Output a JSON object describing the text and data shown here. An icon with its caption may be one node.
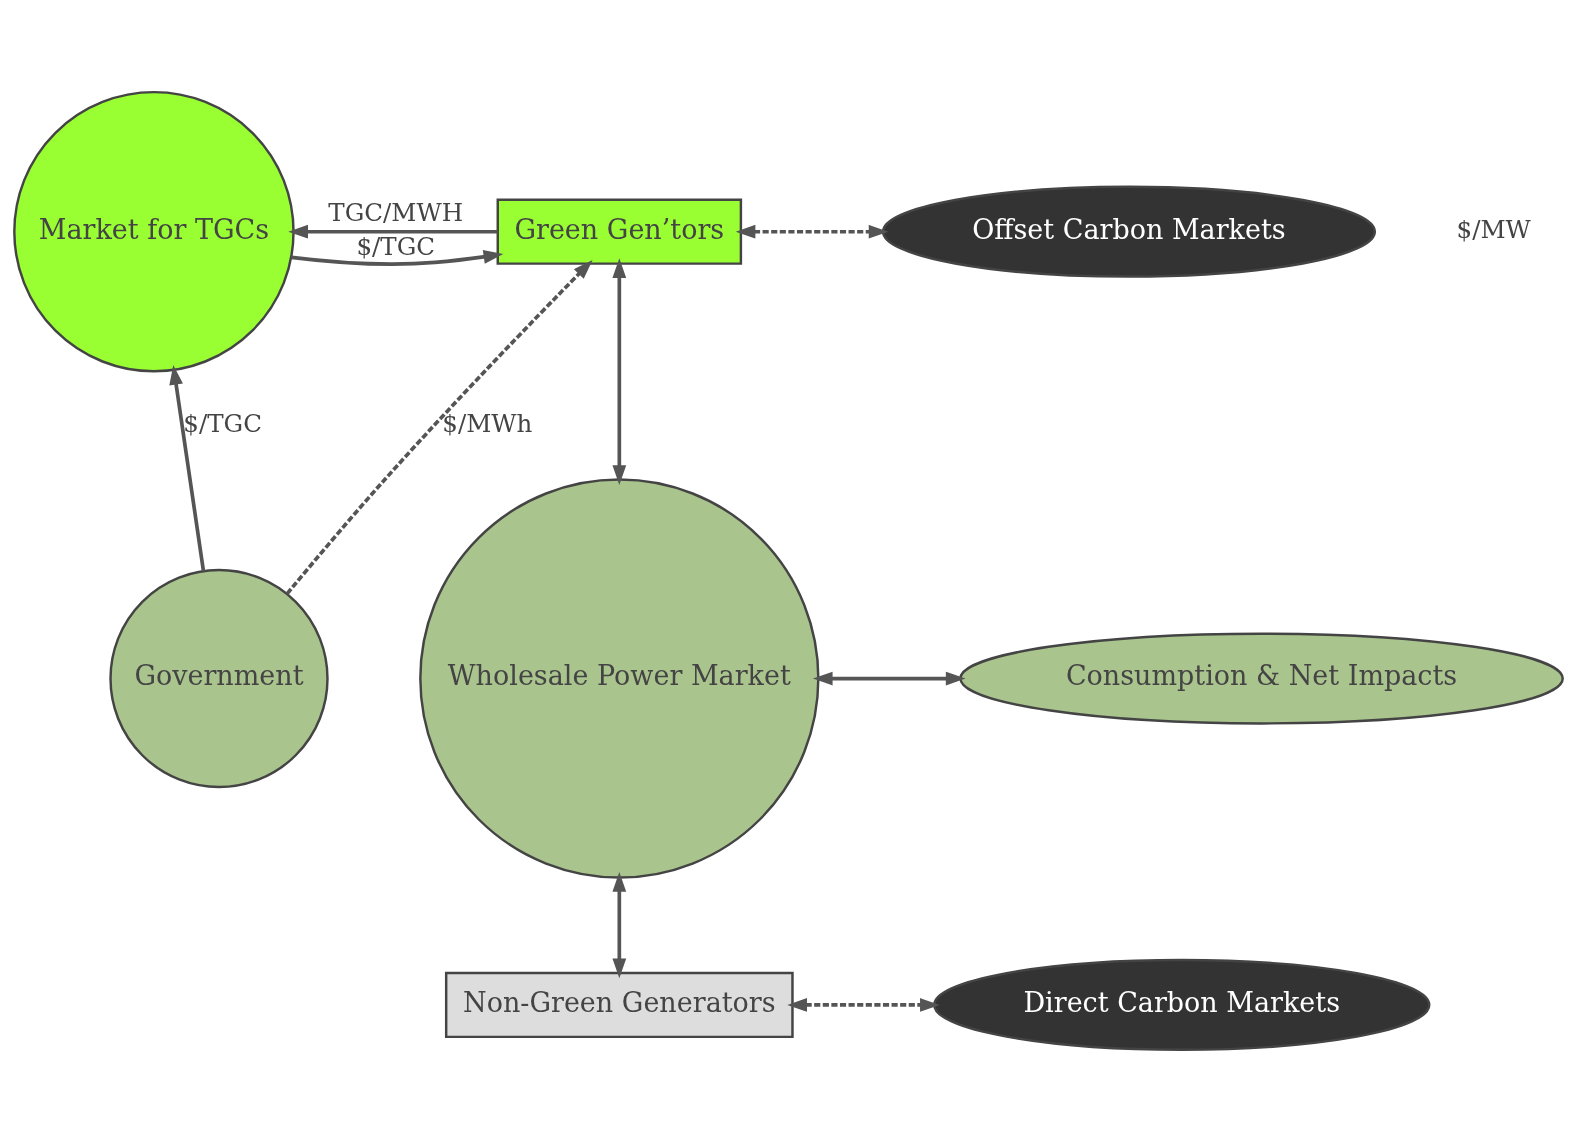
{
  "diagram": {
    "nodes": [
      {
        "text": [
          "Market for TGCs"
        ]
      },
      {
        "text": [
          "Green Gen’tors"
        ]
      },
      {
        "text": [
          "Offset Carbon Markets"
        ]
      },
      {
        "text": [
          "Government"
        ]
      },
      {
        "text": [
          "Wholesale Power Market"
        ]
      },
      {
        "text": [
          "Consumption & Net Impacts"
        ]
      },
      {
        "text": [
          "Non-Green Generators"
        ]
      },
      {
        "text": [
          "Direct Carbon Markets"
        ]
      }
    ],
    "edges": [
      {
        "from": 0,
        "to": 1,
        "arrow": "to",
        "label": "$/TGC"
      },
      {
        "from": 1,
        "to": 0,
        "arrow": "to",
        "label": "TGC/MWH"
      },
      {
        "from": 1,
        "to": 2,
        "arrow": "both",
        "style": "dashed"
      },
      {
        "from": 3,
        "to": 0,
        "arrow": "to",
        "label": "$/TGC"
      },
      {
        "from": 3,
        "to": 1,
        "arrow": "to",
        "style": "dashed",
        "label": "$/MWh"
      },
      {
        "from": 1,
        "to": 4,
        "arrow": "both"
      },
      {
        "from": 4,
        "to": 5,
        "arrow": "both"
      },
      {
        "from": 4,
        "to": 6,
        "arrow": "both"
      },
      {
        "from": 6,
        "to": 7,
        "arrow": "both",
        "style": "dashed"
      }
    ],
    "labels": [
      "$/MW"
    ]
  }
}
